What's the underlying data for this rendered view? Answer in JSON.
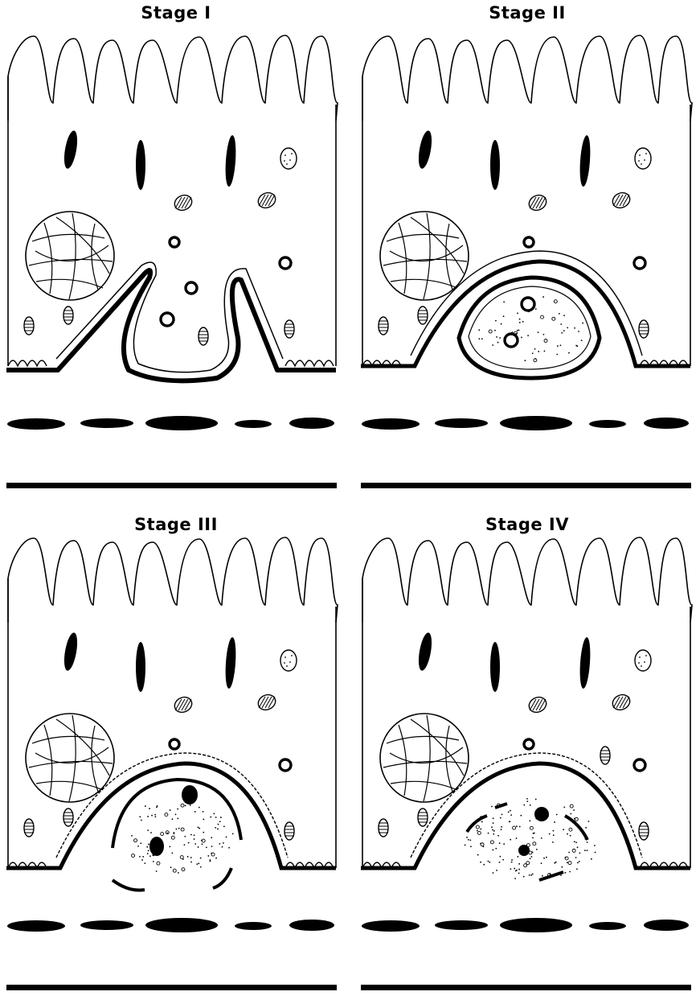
{
  "panels": [
    {
      "title": "Stage I",
      "stage": 1
    },
    {
      "title": "Stage II",
      "stage": 2
    },
    {
      "title": "Stage III",
      "stage": 3
    },
    {
      "title": "Stage IV",
      "stage": 4
    }
  ],
  "colors": {
    "ink": "#000000",
    "paper": "#ffffff"
  }
}
